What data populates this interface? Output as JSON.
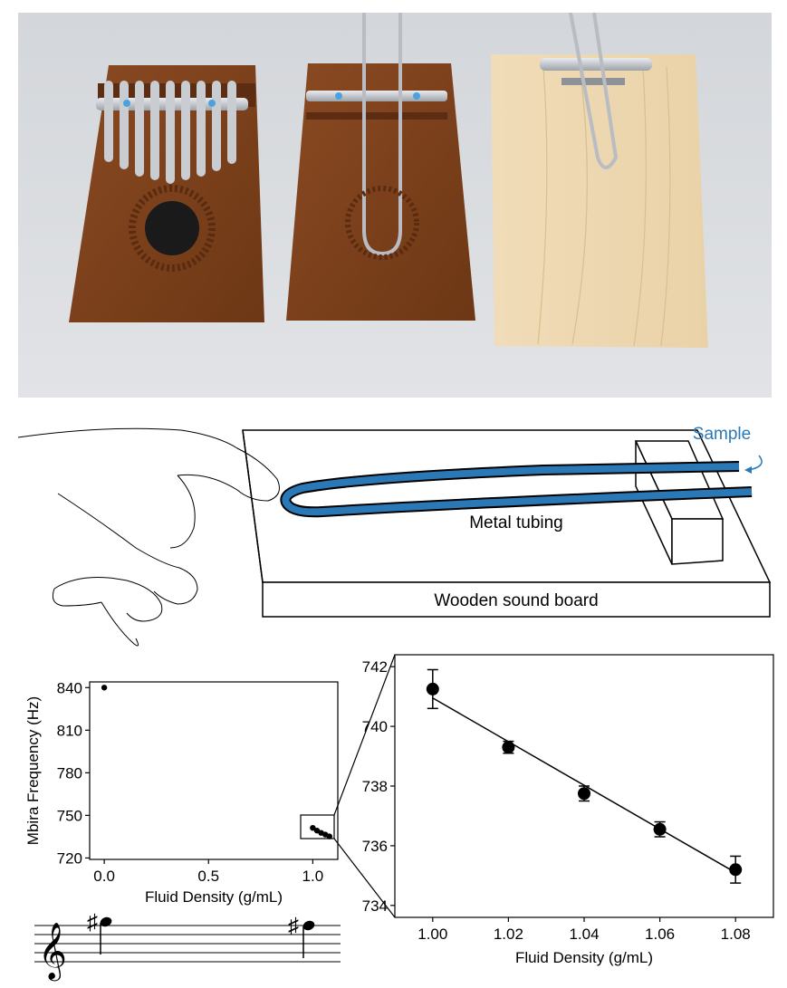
{
  "diagram": {
    "sample_label": "Sample",
    "tubing_label": "Metal tubing",
    "board_label": "Wooden sound board",
    "tube_color": "#2a78b6",
    "label_color": "#2a78b6"
  },
  "chart_data": [
    {
      "type": "scatter",
      "ylabel": "Mbira Frequency (Hz)",
      "xlabel": "Fluid Density (g/mL)",
      "xlim": [
        -0.07,
        1.12
      ],
      "ylim": [
        719,
        844
      ],
      "xticks": [
        "0.0",
        "0.5",
        "1.0"
      ],
      "xtick_values": [
        0.0,
        0.5,
        1.0
      ],
      "yticks": [
        "840",
        "810",
        "780",
        "750",
        "720"
      ],
      "ytick_values": [
        840,
        810,
        780,
        750,
        720
      ],
      "x": [
        0.0,
        1.0,
        1.02,
        1.04,
        1.06,
        1.08
      ],
      "y": [
        840.0,
        741.2,
        739.3,
        737.7,
        736.5,
        735.2
      ],
      "grid": false
    },
    {
      "type": "scatter",
      "xlabel": "Fluid Density (g/mL)",
      "ylabel": "",
      "xlim": [
        0.99,
        1.09
      ],
      "ylim": [
        733.6,
        742.4
      ],
      "xticks": [
        "1.00",
        "1.02",
        "1.04",
        "1.06",
        "1.08"
      ],
      "xtick_values": [
        1.0,
        1.02,
        1.04,
        1.06,
        1.08
      ],
      "yticks": [
        "742",
        "740",
        "738",
        "736",
        "734"
      ],
      "ytick_values": [
        742,
        740,
        738,
        736,
        734
      ],
      "x": [
        1.0,
        1.02,
        1.04,
        1.06,
        1.08
      ],
      "y": [
        741.25,
        739.3,
        737.75,
        736.55,
        735.2
      ],
      "yerr": [
        0.65,
        0.2,
        0.25,
        0.25,
        0.45
      ],
      "fit_line": {
        "x": [
          1.0,
          1.08
        ],
        "y": [
          740.95,
          735.1
        ]
      },
      "grid": false
    }
  ]
}
